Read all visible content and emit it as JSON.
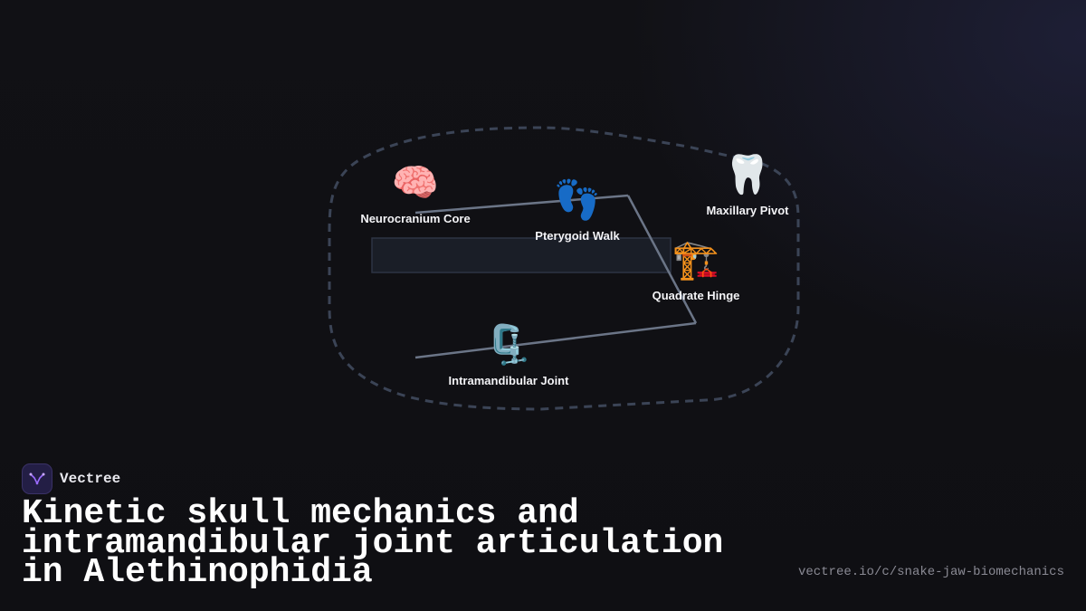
{
  "brand": {
    "name": "Vectree",
    "logo_icon": "vectree-logo-icon",
    "accent": "#9b6bff"
  },
  "title": "Kinetic skull mechanics and intramandibular joint articulation in Alethinophidia",
  "url": "vectree.io/c/snake-jaw-biomechanics",
  "diagram": {
    "nodes": [
      {
        "id": "neurocranium",
        "label": "Neurocranium Core",
        "emoji": "🧠",
        "icon": "brain-icon"
      },
      {
        "id": "pterygoid",
        "label": "Pterygoid Walk",
        "emoji": "👣",
        "icon": "footprints-icon"
      },
      {
        "id": "maxillary",
        "label": "Maxillary Pivot",
        "emoji": "🦷",
        "icon": "tooth-icon"
      },
      {
        "id": "quadrate",
        "label": "Quadrate Hinge",
        "emoji": "🏗️",
        "icon": "crane-icon"
      },
      {
        "id": "intramandibular",
        "label": "Intramandibular Joint",
        "emoji": "🗜️",
        "icon": "clamp-icon"
      }
    ],
    "colors": {
      "edge": "#6b7587",
      "boundary": "#3b4456",
      "panel": "#1a1e27"
    }
  }
}
